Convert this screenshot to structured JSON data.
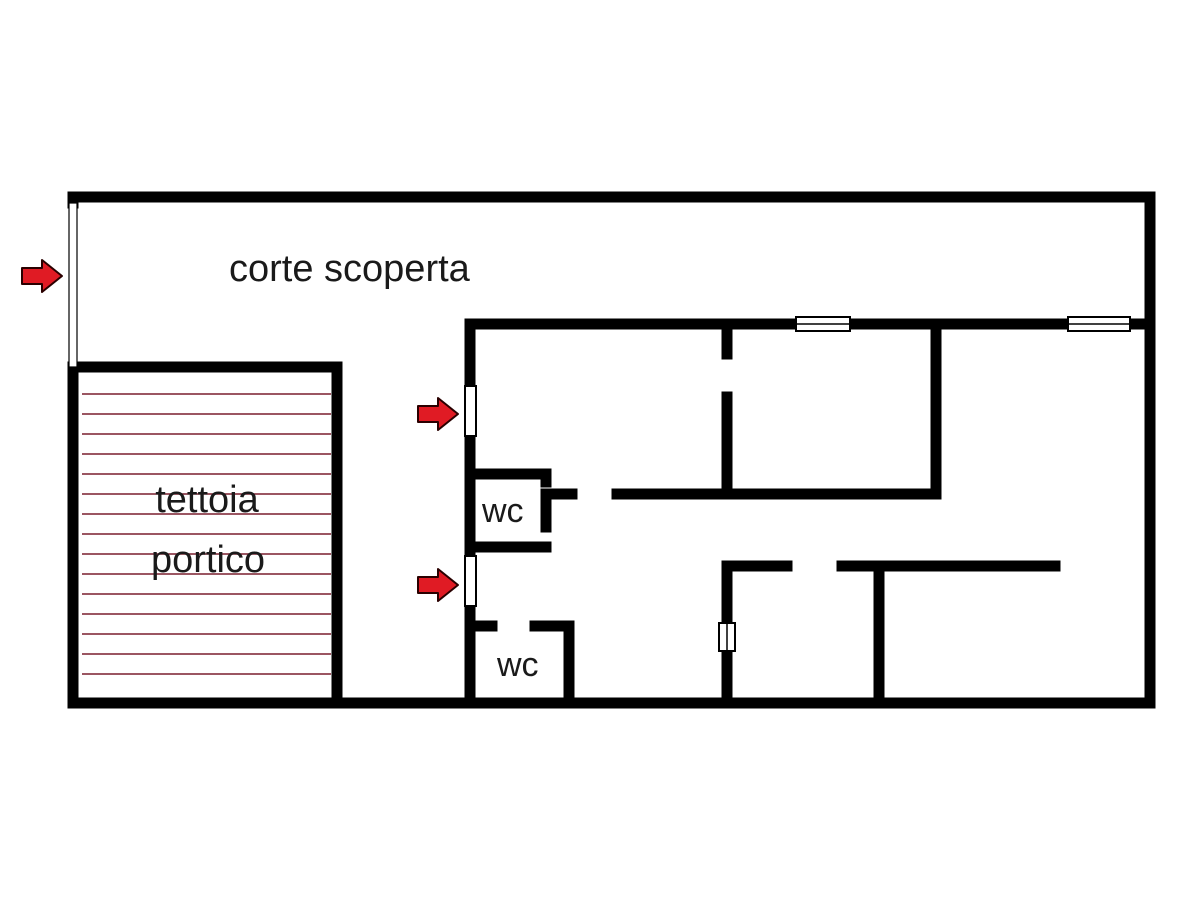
{
  "labels": {
    "courtyard": "corte scoperta",
    "canopy_line1": "tettoia",
    "canopy_line2": "portico",
    "wc_upper": "wc",
    "wc_lower": "wc"
  },
  "colors": {
    "wall": "#000000",
    "canopy_hatch": "#7a1f2e",
    "arrow_fill": "#e01b24",
    "arrow_stroke": "#2a0000",
    "background": "#ffffff"
  },
  "icons": {
    "entrance_arrow": "right-arrow-icon"
  }
}
